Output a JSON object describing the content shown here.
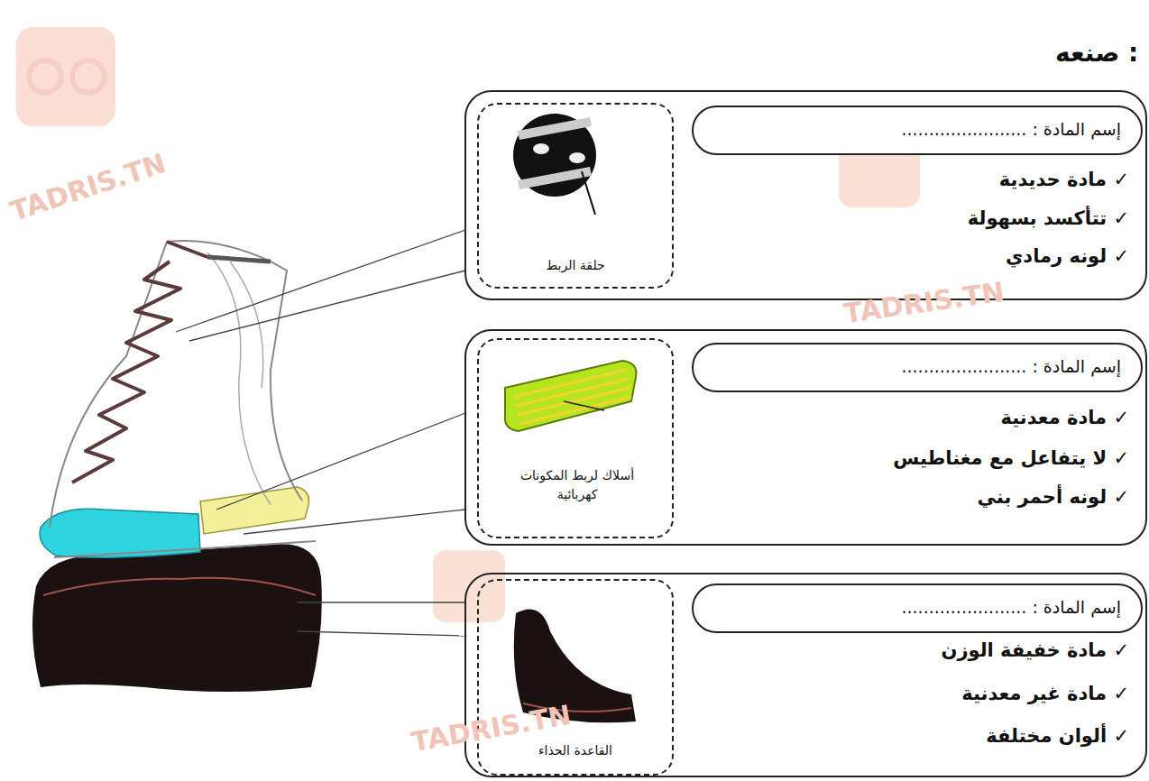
{
  "diagram": {
    "nodes": [
      {
        "text": [
          "✓ مادة حديدية",
          "✓ تتأكسد بسهولة",
          "✓ لونه رمادي"
        ]
      },
      {
        "text": [
          "إسم المادة : ......................."
        ],
        "in": 0
      },
      {
        "text": [
          "حلقة الربط"
        ],
        "in": 0
      },
      {
        "text": [
          "✓ مادة معدنية",
          "✓ لا يتفاعل مع مغناطيس",
          "✓ لونه أحمر بني"
        ]
      },
      {
        "text": [
          "إسم المادة : ......................."
        ],
        "in": 3
      },
      {
        "text": [
          "أسلاك لربط المكونات كهربائية"
        ],
        "in": 3
      },
      {
        "text": [
          "✓ مادة خفيفة الوزن",
          "✓ مادة غير معدنية",
          "✓ ألوان مختلفة"
        ]
      },
      {
        "text": [
          "إسم المادة : ......................."
        ],
        "in": 6
      },
      {
        "text": [
          "القاعدة الحذاء"
        ],
        "in": 6
      }
    ],
    "labels": [
      "صنعه :",
      "TADRIS.TN",
      "TADRIS.TN",
      "TADRIS.TN"
    ]
  }
}
